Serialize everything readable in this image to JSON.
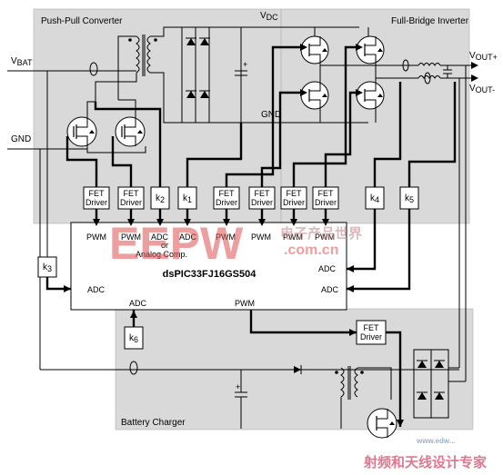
{
  "sections": {
    "push_pull": "Push-Pull Converter",
    "full_bridge": "Full-Bridge Inverter",
    "battery_charger": "Battery Charger"
  },
  "signals": {
    "vbat": "V",
    "vbat_sub": "BAT",
    "vdc": "V",
    "vdc_sub": "DC",
    "gnd_left": "GND",
    "gnd_mid": "GND",
    "vout_plus": "V",
    "vout_plus_sub": "OUT+",
    "vout_minus": "V",
    "vout_minus_sub": "OUT-"
  },
  "fet_driver": {
    "line1": "FET",
    "line2": "Driver"
  },
  "sensors": {
    "k1": "k",
    "k1_sub": "1",
    "k2": "k",
    "k2_sub": "2",
    "k3": "k",
    "k3_sub": "3",
    "k4": "k",
    "k4_sub": "4",
    "k5": "k",
    "k5_sub": "5",
    "k6": "k",
    "k6_sub": "6"
  },
  "mcu": {
    "name": "dsPIC33FJ16GS504",
    "pins": {
      "pwm": "PWM",
      "adc": "ADC",
      "adc_or": "ADC",
      "or_text": "or",
      "analog_comp": "Analog Comp."
    }
  },
  "watermarks": {
    "eepw": "EEPW",
    "com_cn": ".com.cn",
    "cn_text": "电子产品世界",
    "bottom_cn": "射频和天线设计专家",
    "bottom_url": "www.edw..."
  }
}
